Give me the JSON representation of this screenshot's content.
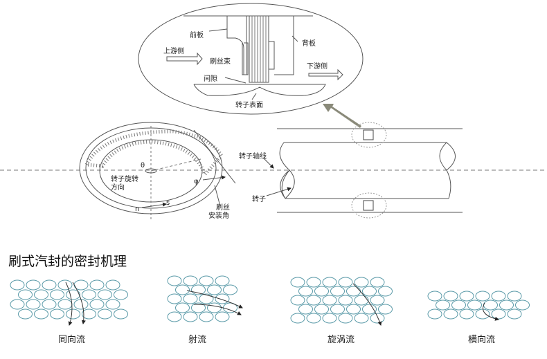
{
  "detail": {
    "front_plate": "前板",
    "back_plate": "背板",
    "upstream": "上游侧",
    "bristle_pack": "刷丝束",
    "downstream": "下游侧",
    "gap": "间隙",
    "rotor_surface": "转子表面"
  },
  "ring": {
    "theta": "θ",
    "rotation_line1": "转子旋转",
    "rotation_line2": "方向",
    "s": "s",
    "n": "n",
    "phi": "φ",
    "angle_line1": "刷丝",
    "angle_line2": "安装角"
  },
  "rotor": {
    "axis": "转子轴线",
    "rotor": "转子"
  },
  "section_title": "刷式汽封的密封机理",
  "flows": [
    "同向流",
    "射流",
    "旋涡流",
    "横向流"
  ],
  "colors": {
    "arrow": "#8a8a7a",
    "line": "#444444"
  }
}
